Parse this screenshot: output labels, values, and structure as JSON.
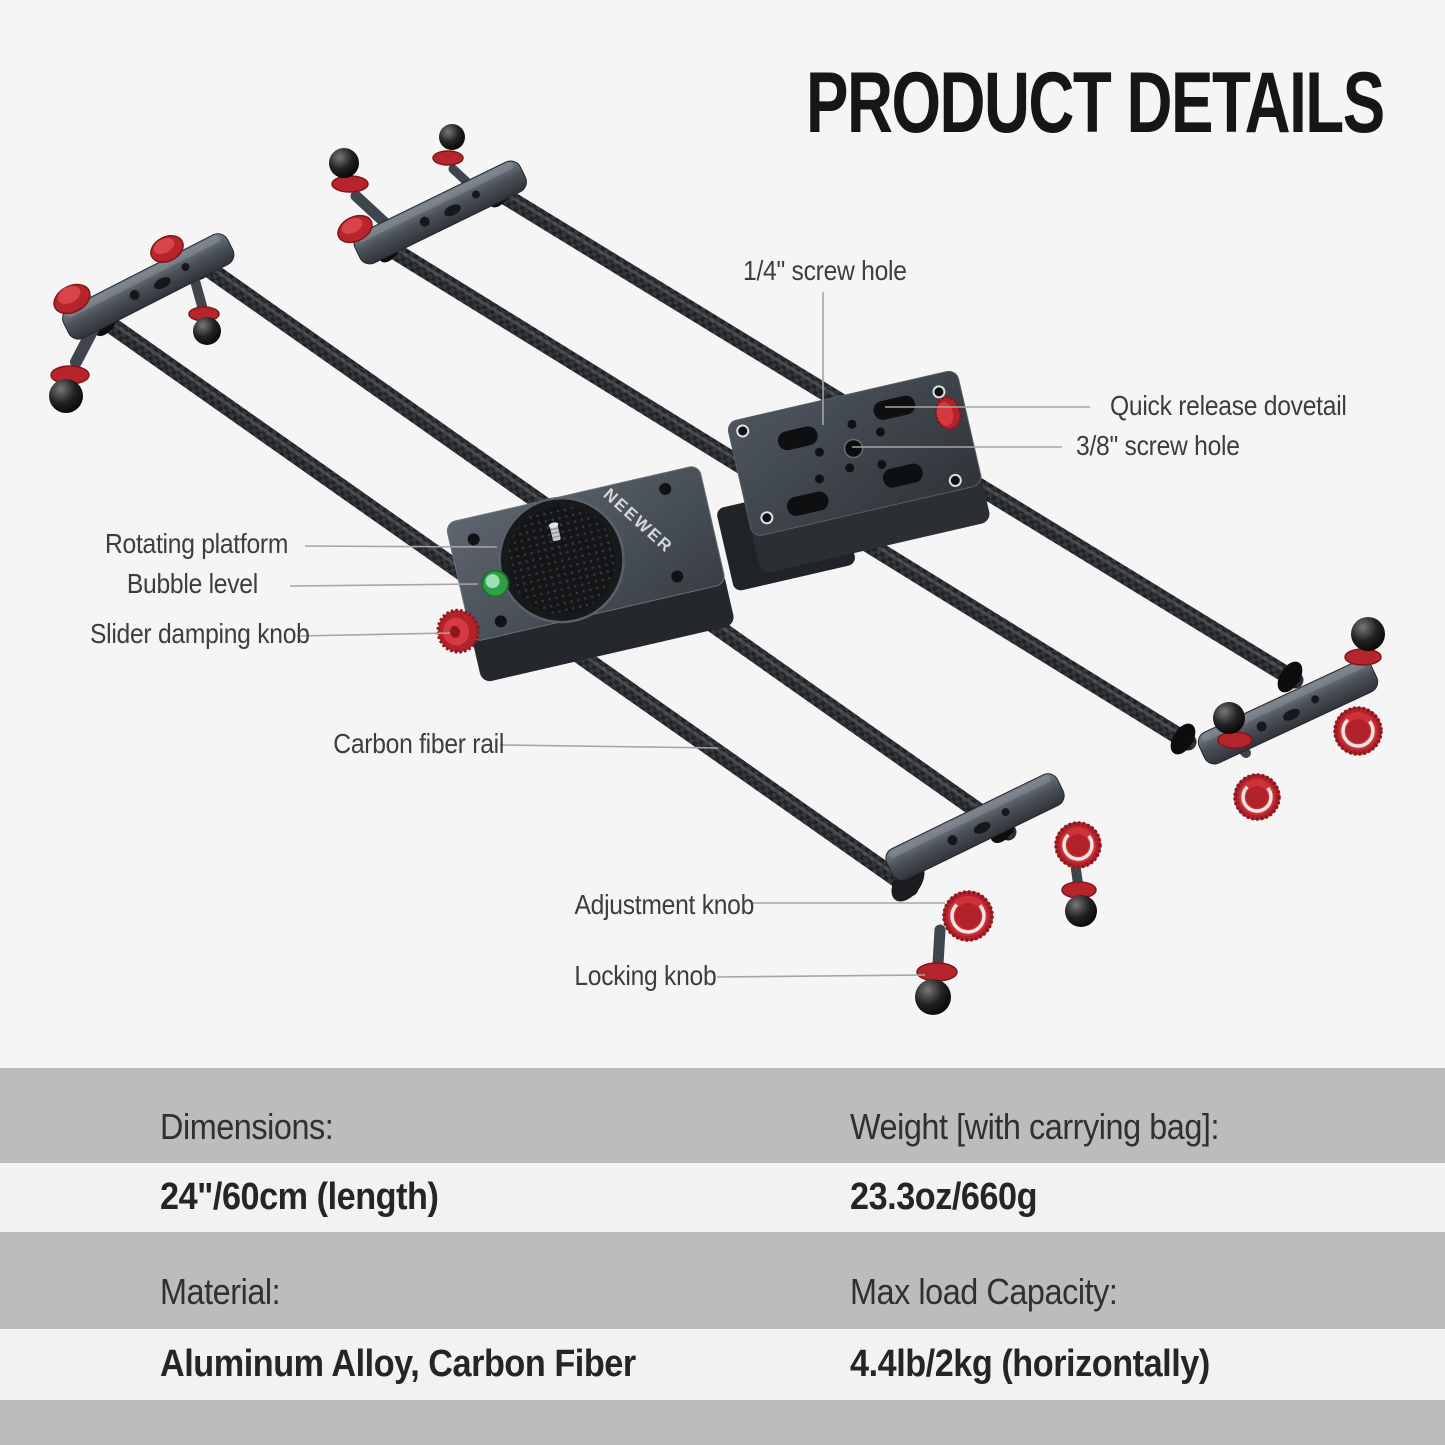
{
  "title": "PRODUCT DETAILS",
  "brand": "NEEWER",
  "callouts": [
    {
      "label": "1/4\" screw hole"
    },
    {
      "label": "Quick release dovetail"
    },
    {
      "label": "3/8\" screw hole"
    },
    {
      "label": "Rotating platform"
    },
    {
      "label": "Bubble level"
    },
    {
      "label": "Slider damping knob"
    },
    {
      "label": "Carbon fiber rail"
    },
    {
      "label": "Adjustment knob"
    },
    {
      "label": "Locking knob"
    }
  ],
  "specs": [
    {
      "label": "Dimensions:",
      "value": "24\"/60cm (length)"
    },
    {
      "label": "Weight [with carrying bag]:",
      "value": "23.3oz/660g"
    },
    {
      "label": "Material:",
      "value": "Aluminum Alloy, Carbon Fiber"
    },
    {
      "label": "Max load Capacity:",
      "value": "4.4lb/2kg (horizontally)"
    }
  ],
  "colors": {
    "background": "#f5f5f6",
    "accent_red": "#c4262e",
    "metal_gray": "#42484f",
    "rail_black": "#212326",
    "bubble_green": "#3fae57",
    "table_gray": "#bcbcbc",
    "table_light": "#f2f2f2",
    "title_black": "#161616"
  }
}
